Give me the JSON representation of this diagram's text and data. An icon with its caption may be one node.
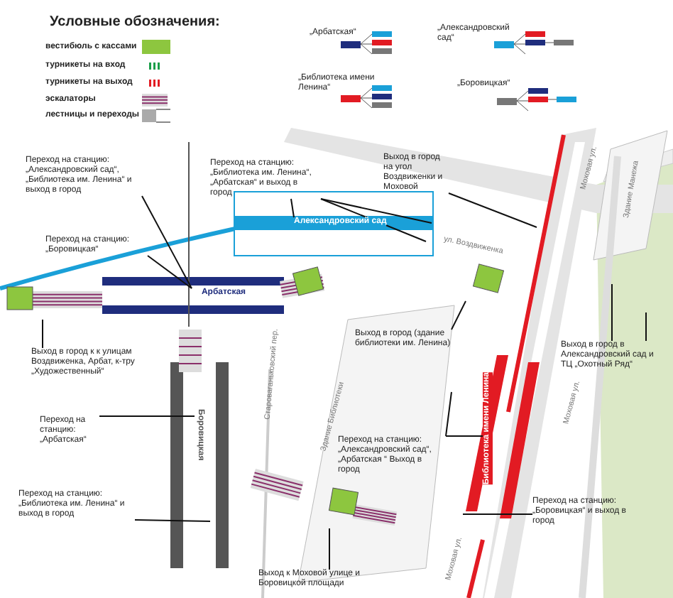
{
  "diagram": {
    "nodes": [
      {
        "text": [
          "Переход на станцию: „Александровский сад“, „Библиотека им. Ленина“ и выход в город"
        ]
      },
      {
        "text": [
          "Переход на станцию: „Библиотека им. Ленина“, „Арбатская“ и выход в город"
        ]
      },
      {
        "text": [
          "Переход на станцию: „Боровицкая“"
        ]
      },
      {
        "text": [
          "Выход в город на угол Воздвиженки и Моховой"
        ]
      },
      {
        "text": [
          "Выход в город к к улицам Воздвиженка, Арбат, к-тру „Художественный“"
        ]
      },
      {
        "text": [
          "Переход на станцию: „Арбатская“"
        ]
      },
      {
        "text": [
          "Переход на станцию: „Библиотека им. Ленина“ и выход в город"
        ]
      },
      {
        "text": [
          "Выход к Моховой улице и Боровицкой площади"
        ]
      },
      {
        "text": [
          "Выход в город (здание библиотеки им. Ленина)"
        ]
      },
      {
        "text": [
          "Переход на станцию: „Александровский сад“, „Арбатская “ Выход в город"
        ]
      },
      {
        "text": [
          "Переход на станцию: „Боровицкая“ и выход в город"
        ]
      },
      {
        "text": [
          "Выход в город в Александровский сад и ТЦ „Охотный Ряд“"
        ]
      },
      {
        "text": [
          "Арбатская"
        ]
      },
      {
        "text": [
          "Александровский сад"
        ]
      },
      {
        "text": [
          "Боровицкая"
        ]
      },
      {
        "text": [
          "Библиотека имени Ленина"
        ]
      }
    ],
    "edges": [
      {
        "from": 0,
        "to": 12,
        "arrow": "none"
      },
      {
        "from": 1,
        "to": null,
        "arrow": "none"
      },
      {
        "from": 1,
        "to": null,
        "arrow": "none"
      },
      {
        "from": 1,
        "to": 13,
        "arrow": "none"
      },
      {
        "from": 2,
        "to": 12,
        "arrow": "none"
      },
      {
        "from": 3,
        "to": null,
        "arrow": "none"
      },
      {
        "from": 4,
        "to": null,
        "arrow": "none"
      },
      {
        "from": 5,
        "to": 14,
        "arrow": "none"
      },
      {
        "from": 6,
        "to": null,
        "arrow": "none"
      },
      {
        "from": 7,
        "to": null,
        "arrow": "none"
      },
      {
        "from": 8,
        "to": null,
        "arrow": "none"
      },
      {
        "from": 9,
        "to": 15,
        "arrow": "none"
      },
      {
        "from": 9,
        "to": null,
        "arrow": "none"
      },
      {
        "from": 10,
        "to": null,
        "arrow": "none"
      },
      {
        "from": 11,
        "to": null,
        "arrow": "none"
      },
      {
        "from": 11,
        "to": null,
        "arrow": "none"
      }
    ],
    "labels": [
      "Условные обозначения:",
      "„Арбатская“",
      "„Александровский сад“",
      "„Библиотека имени Ленина“",
      "„Боровицкая“",
      "ул. Воздвиженка",
      "Моховая ул.",
      "Здание Манежа",
      "Староваганьковский пер.",
      "Здание Библиотеки",
      "Моховая ул.",
      "Моховая ул."
    ],
    "legend": [
      {
        "text": "вестибюль с кассами",
        "color": "#8dc63f"
      },
      {
        "text": "турникеты на вход"
      },
      {
        "text": "турникеты на выход"
      },
      {
        "text": "эскалаторы"
      },
      {
        "text": "лестницы и переходы"
      }
    ]
  }
}
